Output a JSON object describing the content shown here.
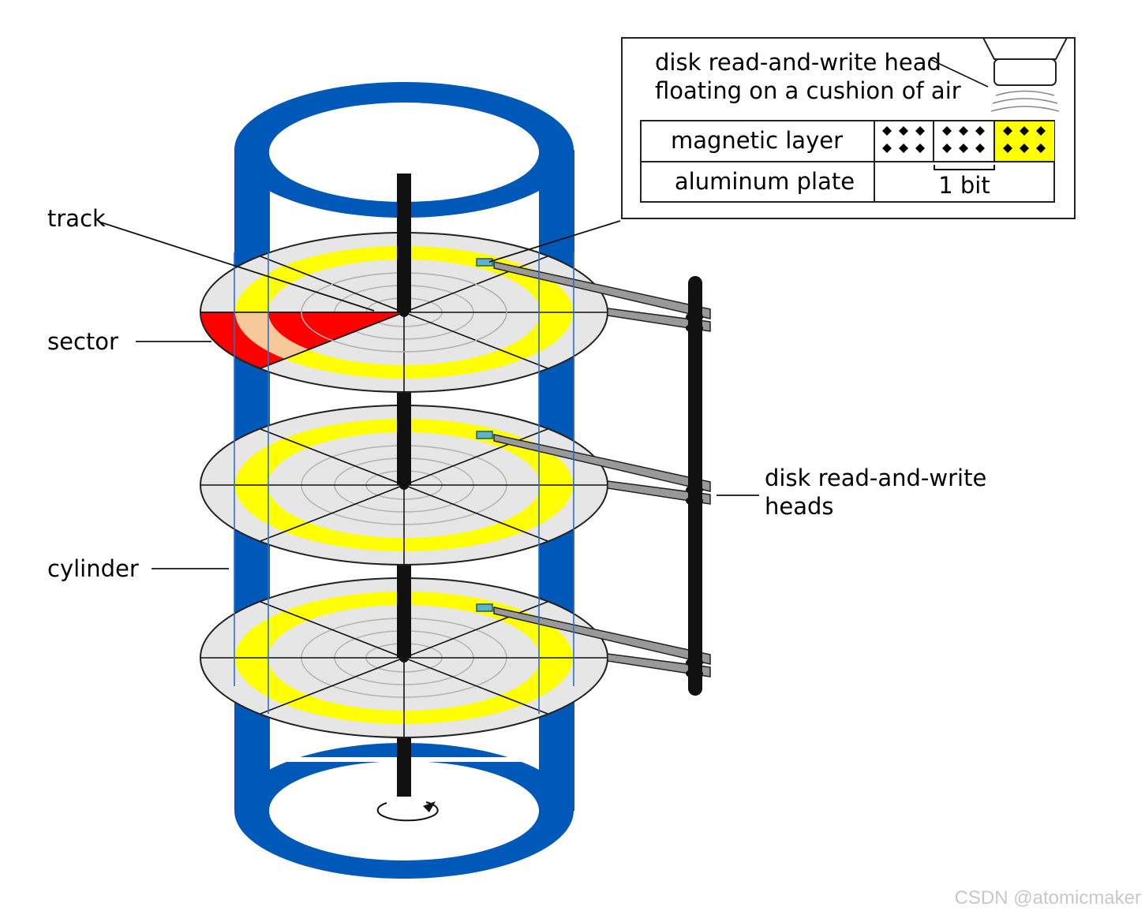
{
  "labels": {
    "track": "track",
    "sector": "sector",
    "cylinder": "cylinder",
    "heads_line1": "disk read-and-write",
    "heads_line2": "heads"
  },
  "inset": {
    "head_line1": "disk read-and-write head",
    "head_line2": "floating on a cushion of air",
    "magnetic_layer": "magnetic layer",
    "aluminum_plate": "aluminum plate",
    "bit_label": "1 bit"
  },
  "watermark": "CSDN @atomicmaker",
  "colors": {
    "cylinder": "#0059b8",
    "track": "#ffff00",
    "platter": "#e6e6e6",
    "sector": "#ff0000",
    "sector_highlight": "#f6c89a",
    "head": "#5fb3c6",
    "arm": "#999999"
  }
}
